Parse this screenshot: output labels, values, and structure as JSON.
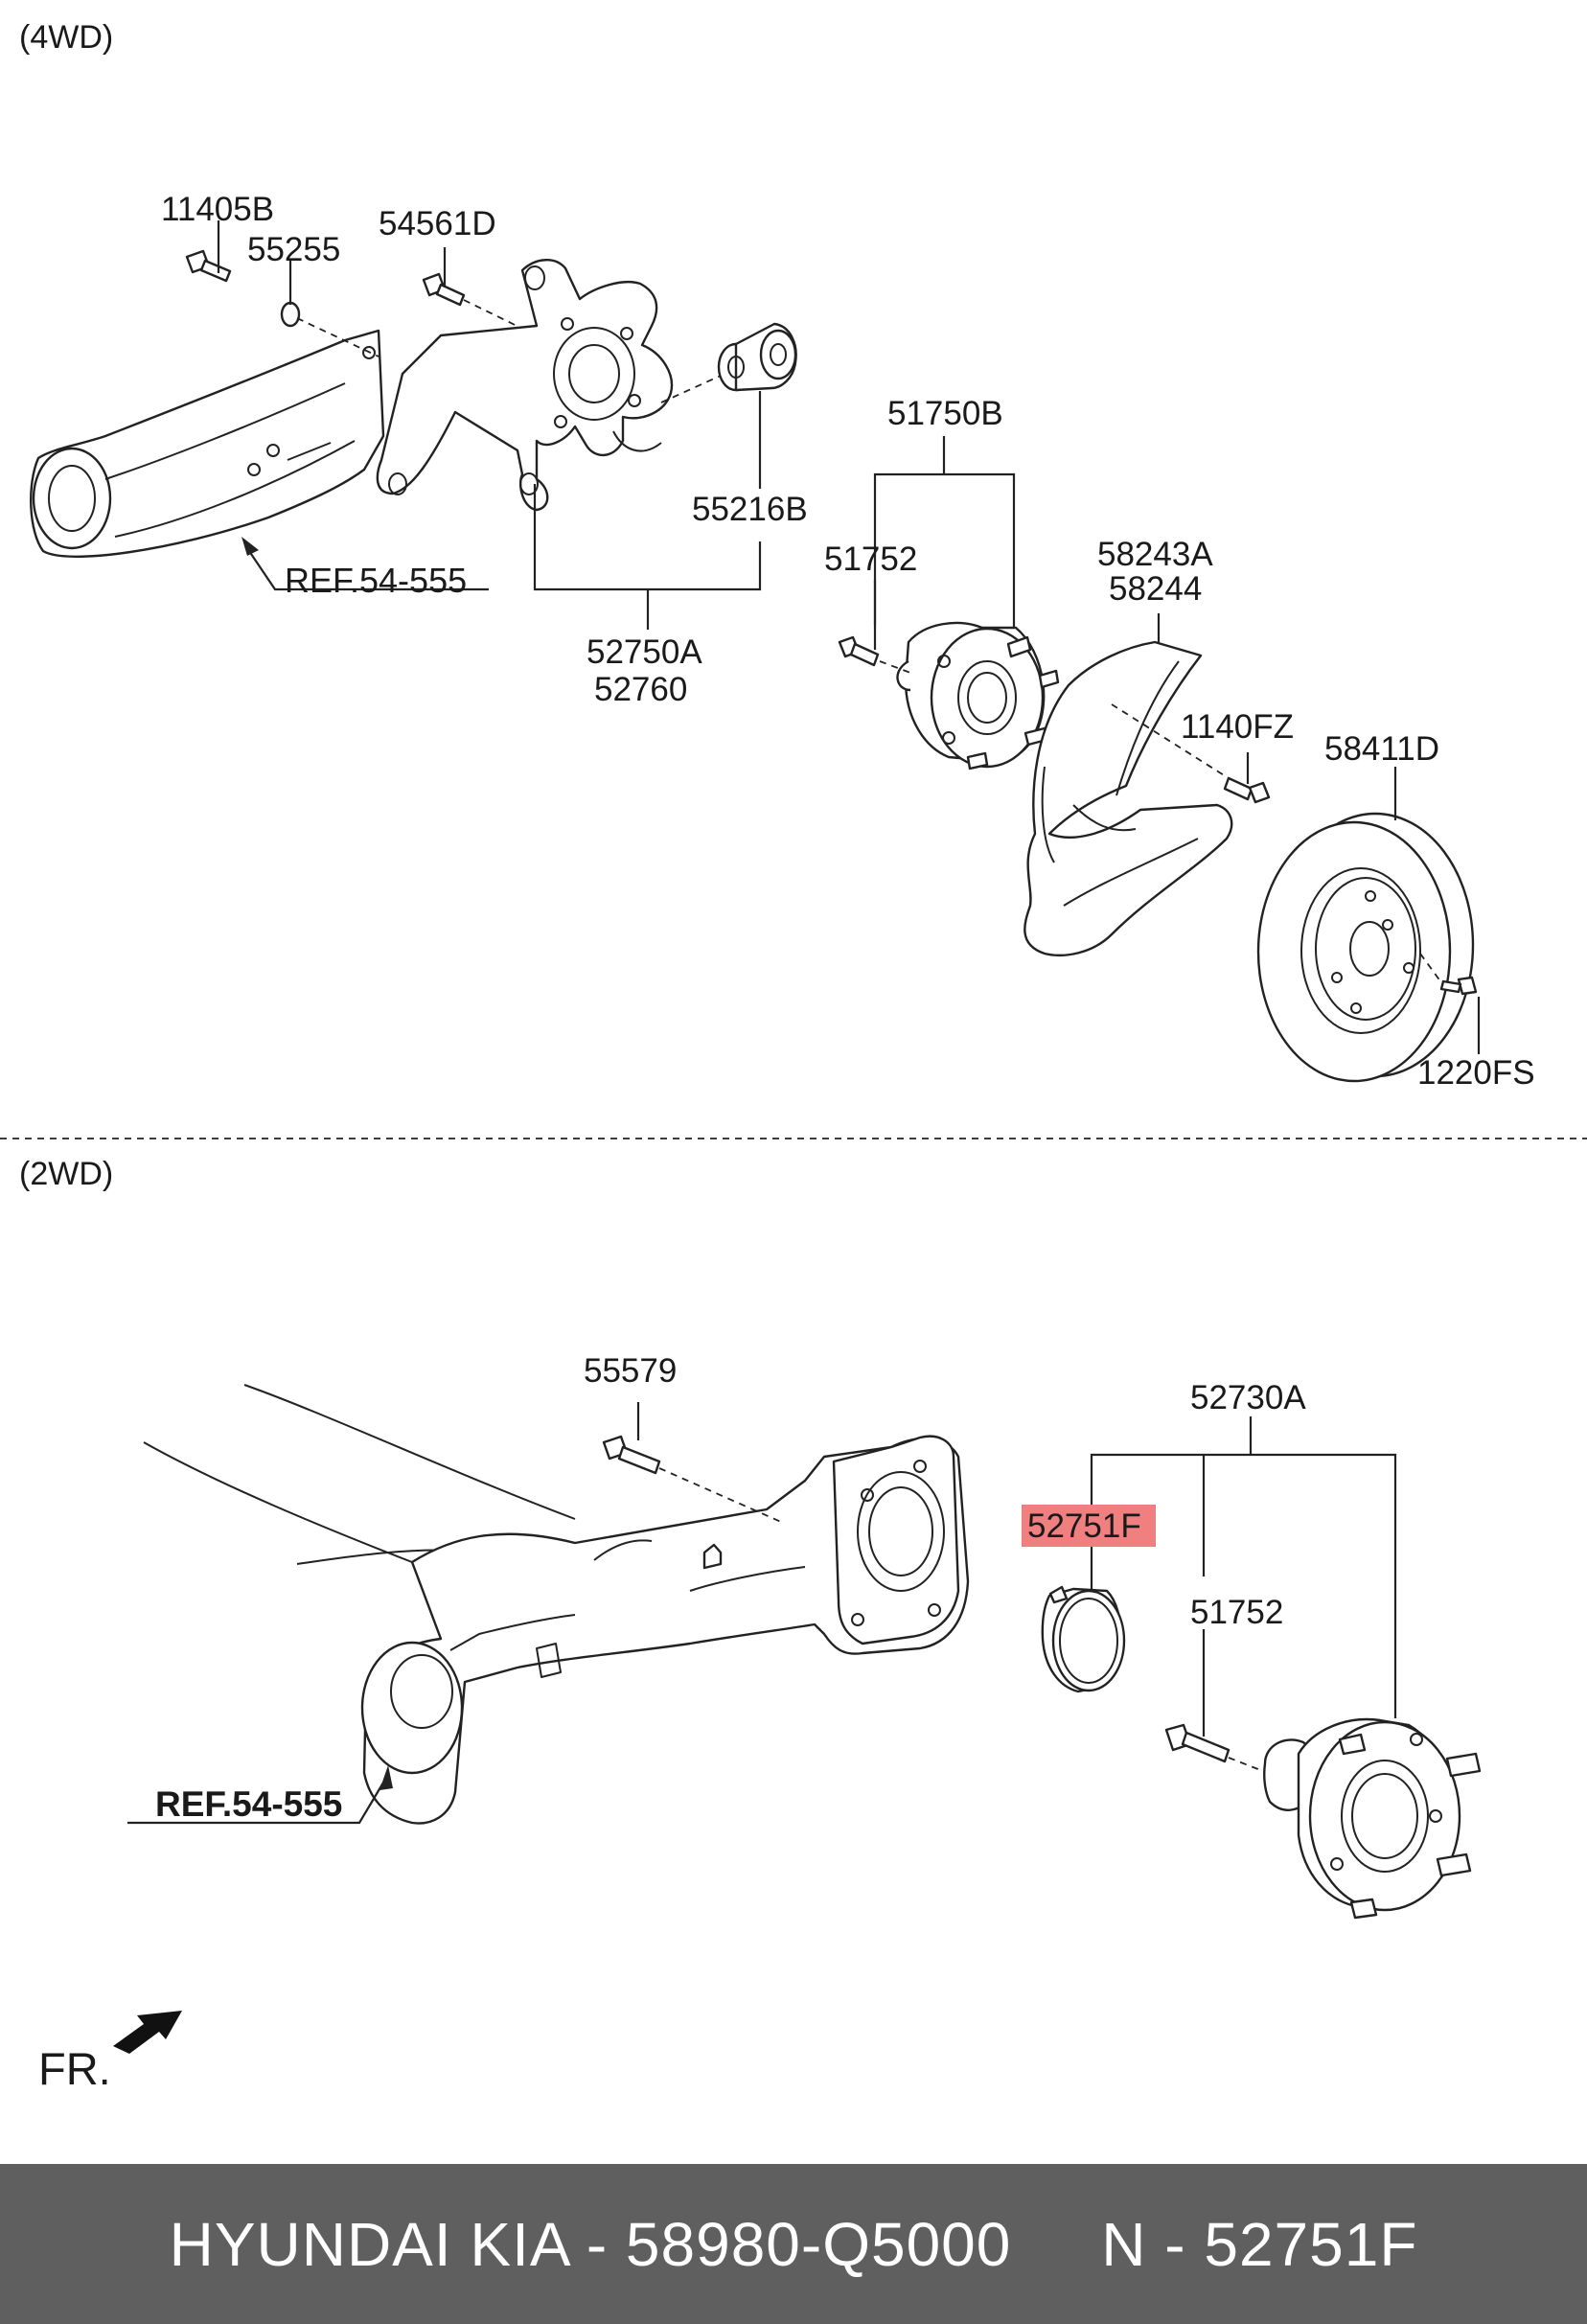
{
  "sections": {
    "top": "(4WD)",
    "bottom": "(2WD)"
  },
  "labels_4wd": {
    "bolt_11405b": "11405B",
    "washer_55255": "55255",
    "bolt_54561d": "54561D",
    "bushing_55216b": "55216B",
    "ref": "REF.54-555",
    "carrier_52750a": "52750A",
    "carrier_52760": "52760",
    "hub_51750b": "51750B",
    "bolt_51752": "51752",
    "shield_58243a": "58243A",
    "shield_58244": "58244",
    "bolt_1140fz": "1140FZ",
    "disc_58411d": "58411D",
    "screw_1220fs": "1220FS"
  },
  "labels_2wd": {
    "bolt_55579": "55579",
    "hub_52730a": "52730A",
    "cap_52751f": "52751F",
    "bolt_51752": "51752",
    "ref": "REF.54-555"
  },
  "highlight": {
    "part": "52751F",
    "color": "#f08080"
  },
  "direction": {
    "label": "FR."
  },
  "footer": {
    "brand": "HYUNDAI KIA",
    "separator": " - ",
    "part_number": "58980-Q5000",
    "gap": "     ",
    "n_label": "N - 52751F",
    "background": "#5f5f5f"
  }
}
